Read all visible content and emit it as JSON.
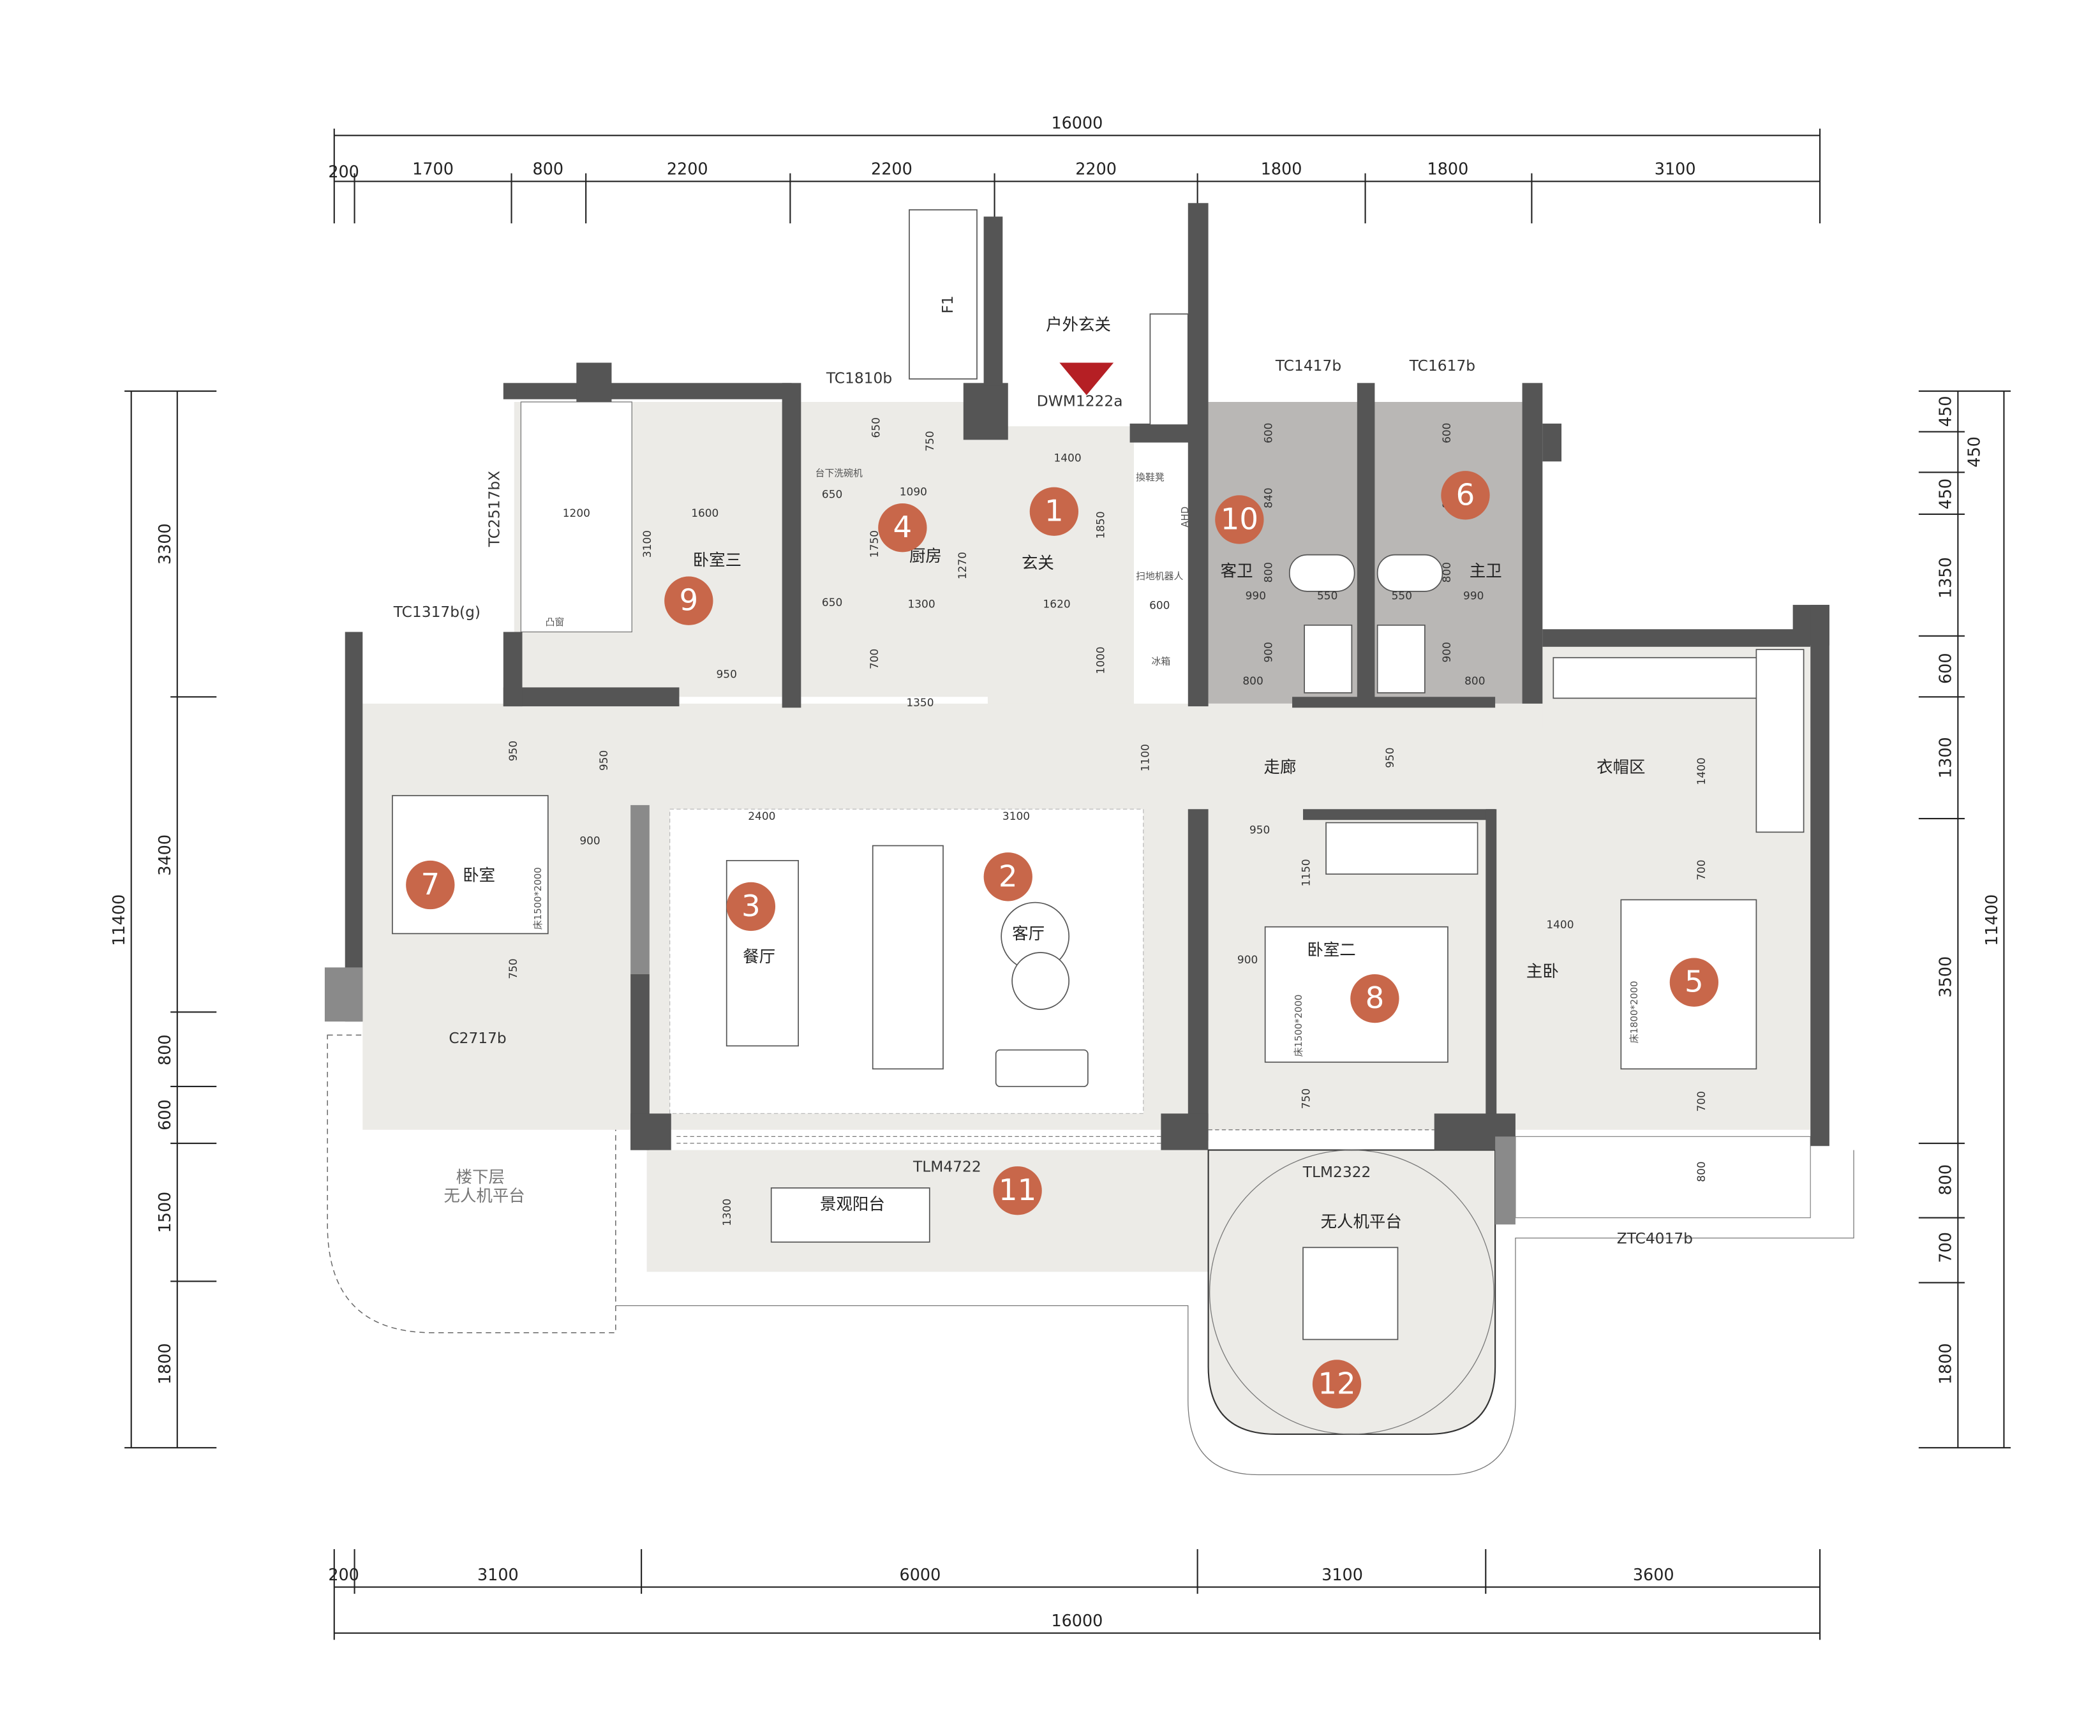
{
  "colors": {
    "marker": "#c8674a",
    "wall": "#555555",
    "floor": "#ecebe7",
    "bathroom": "#b9b7b5",
    "entry_arrow": "#b51f24"
  },
  "dimensions": {
    "top_total": "16000",
    "top": [
      "200",
      "1700",
      "800",
      "2200",
      "2200",
      "2200",
      "1800",
      "1800",
      "3100"
    ],
    "bottom_total": "16000",
    "bottom": [
      "200",
      "3100",
      "6000",
      "3100",
      "3600"
    ],
    "left_total": "11400",
    "left": [
      "3300",
      "3400",
      "800",
      "600",
      "1500",
      "1800"
    ],
    "right_total": "11400",
    "right_outer": "450",
    "right": [
      "450",
      "450",
      "1350",
      "600",
      "1300",
      "3500",
      "800",
      "700",
      "1800"
    ]
  },
  "rooms": {
    "outdoor_entry": "户外玄关",
    "entry": "玄关",
    "kitchen": "厨房",
    "bedroom3": "卧室三",
    "guest_bath": "客卫",
    "master_bath": "主卫",
    "corridor": "走廊",
    "cloakroom": "衣帽区",
    "bedroom": "卧室",
    "dining": "餐厅",
    "living": "客厅",
    "bedroom2": "卧室二",
    "master_bedroom": "主卧",
    "view_balcony": "景观阳台",
    "drone_platform": "无人机平台",
    "downstairs_line1": "楼下层",
    "downstairs_line2": "无人机平台"
  },
  "markers": [
    "1",
    "2",
    "3",
    "4",
    "5",
    "6",
    "7",
    "8",
    "9",
    "10",
    "11",
    "12"
  ],
  "openings": {
    "tc1810b": "TC1810b",
    "dwm1222a": "DWM1222a",
    "tc1417b": "TC1417b",
    "tc1617b": "TC1617b",
    "tc2517bx": "TC2517bX",
    "tc1317bg": "TC1317b(g)",
    "c2717b": "C2717b",
    "tlm4722": "TLM4722",
    "tlm2322": "TLM2322",
    "ztc4017b": "ZTC4017b",
    "f1": "F1"
  },
  "inner_dims": {
    "entry_w": "1400",
    "kitchen_1090": "1090",
    "kitchen_1750": "1750",
    "kitchen_1270": "1270",
    "kitchen_1300": "1300",
    "entry_1620": "1620",
    "entry_1850": "1850",
    "entry_1000": "1000",
    "kitchen_700": "700",
    "kitchen_1350": "1350",
    "kitchen_650a": "650",
    "kitchen_750": "750",
    "kitchen_650b": "650",
    "kitchen_650c": "650",
    "shoe_600": "600",
    "bed3_1200": "1200",
    "bed3_1600": "1600",
    "bed3_3100": "3100",
    "bed3_950": "950",
    "bed_950a": "950",
    "bed_950b": "950",
    "bed_900": "900",
    "bed_750": "750",
    "dining_2400": "2400",
    "living_3100": "3100",
    "corr_1100": "1100",
    "corr_950": "950",
    "bed2_950": "950",
    "bed2_1150": "1150",
    "bed2_900": "900",
    "bed2_750": "750",
    "mb_1400h": "1400",
    "mb_1400v": "1400",
    "mb_700a": "700",
    "mb_700b": "700",
    "mb_800": "800",
    "balc_1300": "1300",
    "gb_600": "600",
    "gb_840": "840",
    "gb_800": "800",
    "gb_990": "990",
    "gb_550": "550",
    "gb_900": "900",
    "gb_800b": "800",
    "mbth_600": "600",
    "mbth_840": "840",
    "mbth_800": "800",
    "mbth_990": "990",
    "mbth_550": "550",
    "mbth_900": "900",
    "mbth_800b": "800"
  },
  "annotations": {
    "bay_window": "凸窗",
    "bed_1500a": "床1500*2000",
    "bed_1500b": "床1500*2000",
    "bed_1800": "床1800*2000",
    "dishwasher": "台下洗碗机",
    "shoe_cabinet": "換鞋凳",
    "ahd": "AHD",
    "robot": "扫地机器人",
    "fridge": "冰箱"
  }
}
